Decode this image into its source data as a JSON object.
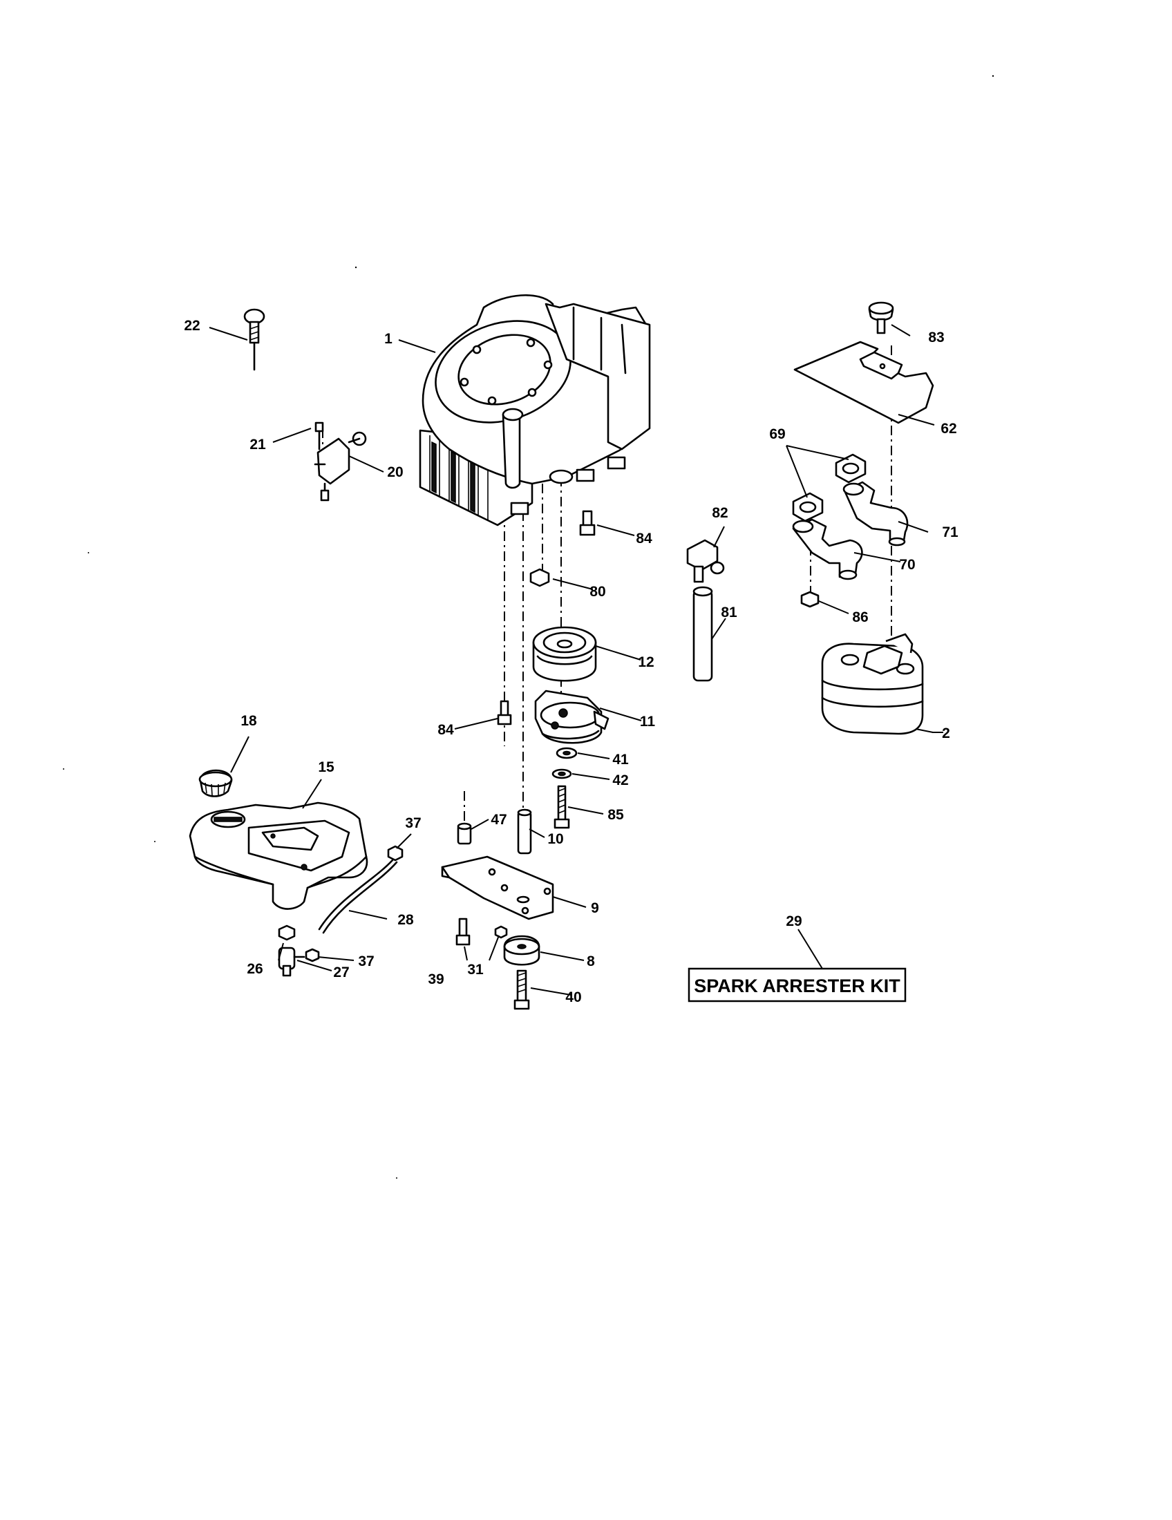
{
  "labels": {
    "p1": "1",
    "p2": "2",
    "p8": "8",
    "p9": "9",
    "p10": "10",
    "p11": "11",
    "p12": "12",
    "p15": "15",
    "p18": "18",
    "p20": "20",
    "p21": "21",
    "p22": "22",
    "p26": "26",
    "p27": "27",
    "p28": "28",
    "p29": "29",
    "p31": "31",
    "p37a": "37",
    "p37b": "37",
    "p39": "39",
    "p40": "40",
    "p41": "41",
    "p42": "42",
    "p47": "47",
    "p62": "62",
    "p69": "69",
    "p70": "70",
    "p71": "71",
    "p80": "80",
    "p81": "81",
    "p82": "82",
    "p83": "83",
    "p84a": "84",
    "p84b": "84",
    "p85": "85",
    "p86": "86"
  },
  "kit_box": {
    "text": "SPARK ARRESTER KIT"
  }
}
